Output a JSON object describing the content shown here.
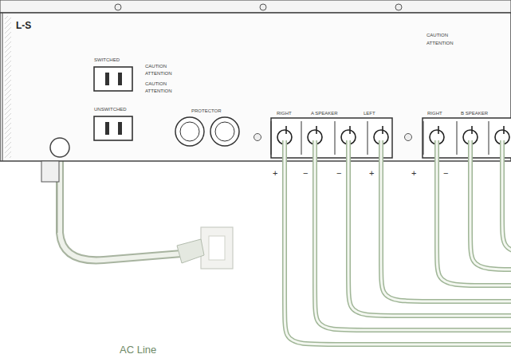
{
  "diagram": {
    "labels": [
      "L-S",
      "SWITCHED",
      "UNSWITCHED",
      "CAUTION",
      "ATTENTION",
      "CAUTION",
      "ATTENTION",
      "PROTECTOR",
      "RIGHT",
      "A SPEAKER",
      "LEFT",
      "RIGHT",
      "B SPEAKER",
      "CAUTION",
      "ATTENTION",
      "+",
      "−",
      "−",
      "+",
      "+",
      "−",
      "AC Line"
    ]
  }
}
